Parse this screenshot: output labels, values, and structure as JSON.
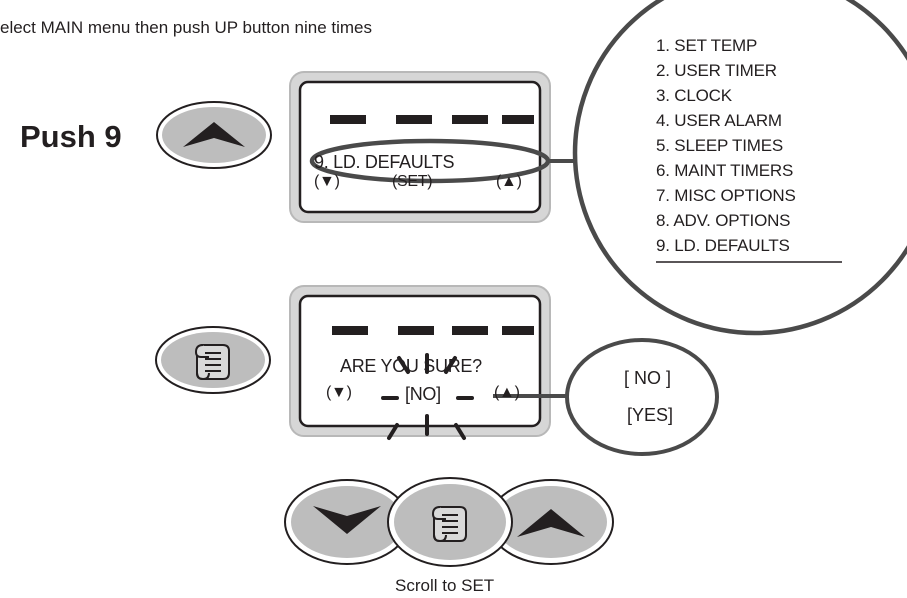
{
  "instruction": "elect MAIN menu then push UP button nine times",
  "push_label": "Push 9",
  "lcd1": {
    "dashes": "- - - -",
    "line": "9.  LD.    DEFAULTS",
    "left_key": "(▼)",
    "mid_key": "(SET)",
    "right_key": "(▲)"
  },
  "menu": {
    "items": [
      {
        "label": "1.  SET TEMP"
      },
      {
        "label": "2.  USER TIMER"
      },
      {
        "label": "3.  CLOCK"
      },
      {
        "label": "4.  USER ALARM"
      },
      {
        "label": "5.  SLEEP TIMES"
      },
      {
        "label": "6.  MAINT TIMERS"
      },
      {
        "label": "7.  MISC OPTIONS"
      },
      {
        "label": "8.  ADV. OPTIONS"
      },
      {
        "label": "9.  LD. DEFAULTS"
      }
    ],
    "selected_index": 8
  },
  "lcd2": {
    "prompt": "ARE YOU SURE?",
    "left_key": "(▼)",
    "mid_key": "[NO]",
    "right_key": "(▲)"
  },
  "options": {
    "no": "[ NO ]",
    "yes": "[YES]"
  },
  "caption": "Scroll to SET",
  "icons": {
    "up": "up-arrow-icon",
    "down": "down-arrow-icon",
    "set": "scroll-icon"
  },
  "colors": {
    "outline": "#231f20",
    "lcd_frame": "#cfcfcf",
    "button_fill": "#bdbdbd"
  }
}
